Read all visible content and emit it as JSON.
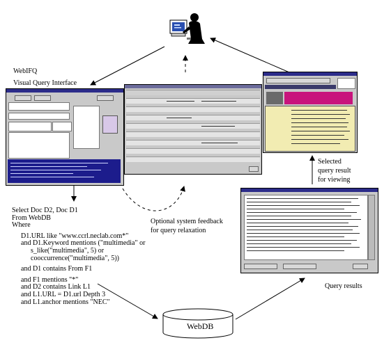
{
  "labels": {
    "webifq": "WebIFQ",
    "visual_query_interface": "Visual Query Interface",
    "optional_feedback_line1": "Optional system feedback",
    "optional_feedback_line2": "for query relaxation",
    "selected_line1": "Selected",
    "selected_line2": "query  result",
    "selected_line3": "for viewing",
    "query_results": "Query results",
    "webdb": "WebDB"
  },
  "query": {
    "line1": "Select Doc D2, Doc D1",
    "line2": "From WebDB",
    "line3": "Where",
    "line4": "D1.URL like \"www.ccrl.neclab.com*\"",
    "line5": "and D1.Keyword mentions (\"multimedia\" or",
    "line6": "s_like(\"multimedia\", 5) or",
    "line7": "cooccurrence(\"multimedia\", 5))",
    "line8": "and D1 contains From F1",
    "line9": "and F1 mentions \"*\"",
    "line10": "and D2 contains Link L1",
    "line11": "and L1.URL = D1.url Depth 3",
    "line12": "and L1.anchor mentions \"NEC\""
  },
  "colors": {
    "window_bg": "#c9c9c9",
    "title_bar": "#2c2c8a",
    "highlight": "#c8147c",
    "page_bg": "#f2ecb2"
  },
  "icons": {
    "user": "user-at-computer-icon",
    "database": "database-cylinder-icon"
  }
}
